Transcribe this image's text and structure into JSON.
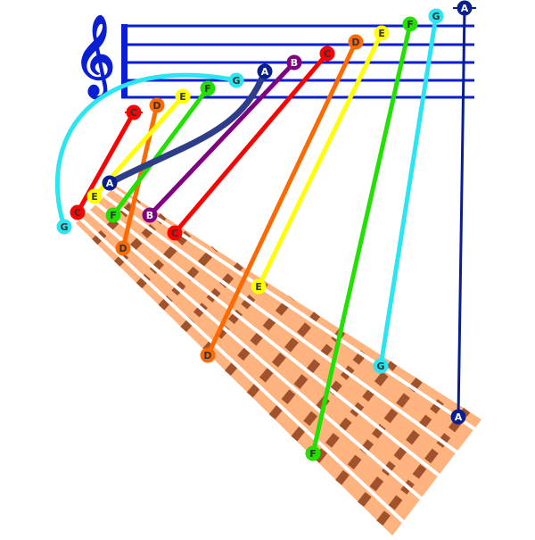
{
  "colors": {
    "staff": "#0a1ed2",
    "neck_fill": "#ffb37f",
    "neck_fret": "#a0522d",
    "string": "#ffffff",
    "C": "#ff0000",
    "D": "#ff6a00",
    "E": "#ffff00",
    "F": "#22e000",
    "G": "#29e6f2",
    "A": "#0a1f8f",
    "B": "#800080",
    "A_upper_curve": "#2e3d8a"
  },
  "clef": {
    "symbol": "𝄞",
    "icon": "treble-clef-icon"
  },
  "staff_notes": [
    {
      "id": "sC4",
      "label": "C"
    },
    {
      "id": "sD4",
      "label": "D"
    },
    {
      "id": "sE4",
      "label": "E"
    },
    {
      "id": "sF4",
      "label": "F"
    },
    {
      "id": "sG4",
      "label": "G"
    },
    {
      "id": "sA4",
      "label": "A"
    },
    {
      "id": "sB4",
      "label": "B"
    },
    {
      "id": "sC5",
      "label": "C"
    },
    {
      "id": "sD5",
      "label": "D"
    },
    {
      "id": "sE5",
      "label": "E"
    },
    {
      "id": "sF5",
      "label": "F"
    },
    {
      "id": "sG5",
      "label": "G"
    },
    {
      "id": "sA5",
      "label": "A"
    }
  ],
  "fret_notes": [
    {
      "id": "fG",
      "label": "G"
    },
    {
      "id": "fC1",
      "label": "C"
    },
    {
      "id": "fE",
      "label": "E"
    },
    {
      "id": "fA1",
      "label": "A"
    },
    {
      "id": "fF1",
      "label": "F"
    },
    {
      "id": "fB",
      "label": "B"
    },
    {
      "id": "fD1",
      "label": "D"
    },
    {
      "id": "fC2",
      "label": "C"
    },
    {
      "id": "fE2",
      "label": "E"
    },
    {
      "id": "fD2",
      "label": "D"
    },
    {
      "id": "fG2",
      "label": "G"
    },
    {
      "id": "fA2",
      "label": "A"
    },
    {
      "id": "fF2",
      "label": "F"
    }
  ]
}
